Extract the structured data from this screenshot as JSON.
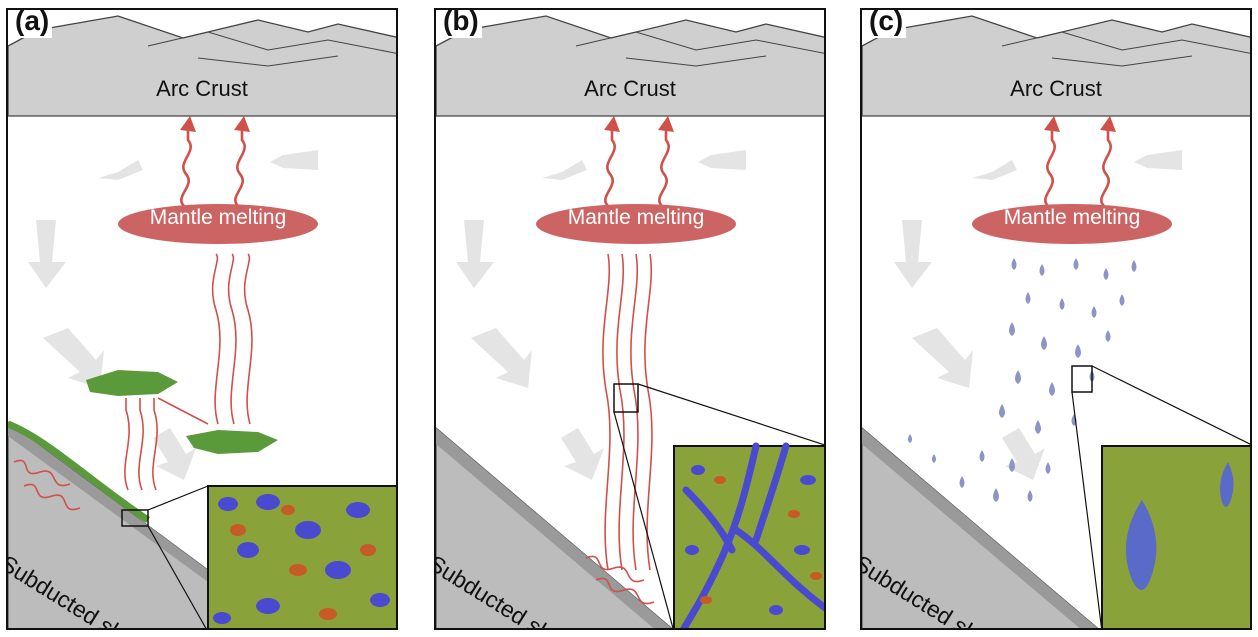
{
  "panels": [
    {
      "label": "(a)",
      "crust": "Arc Crust",
      "melting": "Mantle melting",
      "slab": "Subducted slab"
    },
    {
      "label": "(b)",
      "crust": "Arc Crust",
      "melting": "Mantle melting",
      "slab": "Subducted slab"
    },
    {
      "label": "(c)",
      "crust": "Arc Crust",
      "melting": "Mantle melting",
      "slab": "Subducted slab"
    }
  ],
  "colors": {
    "crust": "#cfcfcf",
    "slab": "#bcbcbc",
    "melting_ellipse": "#cd6464",
    "heat_arrow": "#d0504a",
    "flow_arrow": "#e4e4e4",
    "mafic_body": "#5a9a3a",
    "matrix": "#8aa23a",
    "pyroxene_blue": "#4a4ad0",
    "garnet_red": "#c85a28",
    "melt_droplet": "#8f94c8"
  }
}
